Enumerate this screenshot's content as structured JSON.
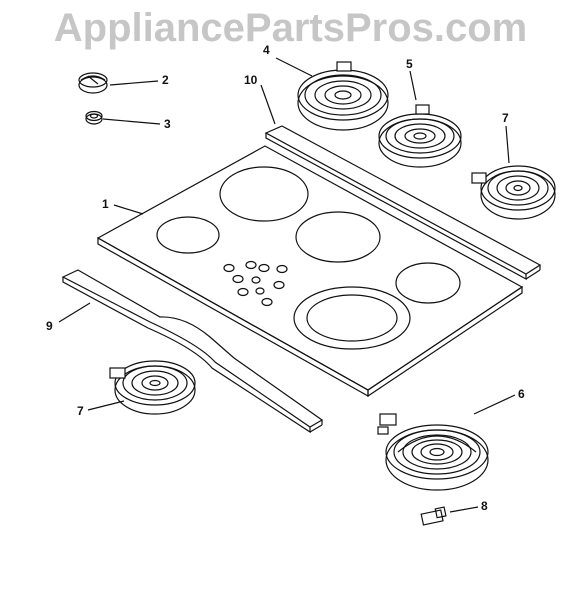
{
  "watermark": {
    "text": "AppliancePartsPros.com",
    "color": "#c6c6c6"
  },
  "callouts": [
    {
      "id": "1",
      "label": "1",
      "target": "glass-cooktop"
    },
    {
      "id": "2",
      "label": "2",
      "target": "control-knob"
    },
    {
      "id": "3",
      "label": "3",
      "target": "knob-insert"
    },
    {
      "id": "4",
      "label": "4",
      "target": "radiant-element"
    },
    {
      "id": "5",
      "label": "5",
      "target": "radiant-element"
    },
    {
      "id": "6",
      "label": "6",
      "target": "dual-radiant-element"
    },
    {
      "id": "7a",
      "label": "7",
      "target": "radiant-element"
    },
    {
      "id": "7b",
      "label": "7",
      "target": "radiant-element"
    },
    {
      "id": "8",
      "label": "8",
      "target": "terminal-block"
    },
    {
      "id": "9",
      "label": "9",
      "target": "front-trim"
    },
    {
      "id": "10",
      "label": "10",
      "target": "rear-trim"
    }
  ],
  "colors": {
    "line": "#111111",
    "background": "#ffffff"
  }
}
